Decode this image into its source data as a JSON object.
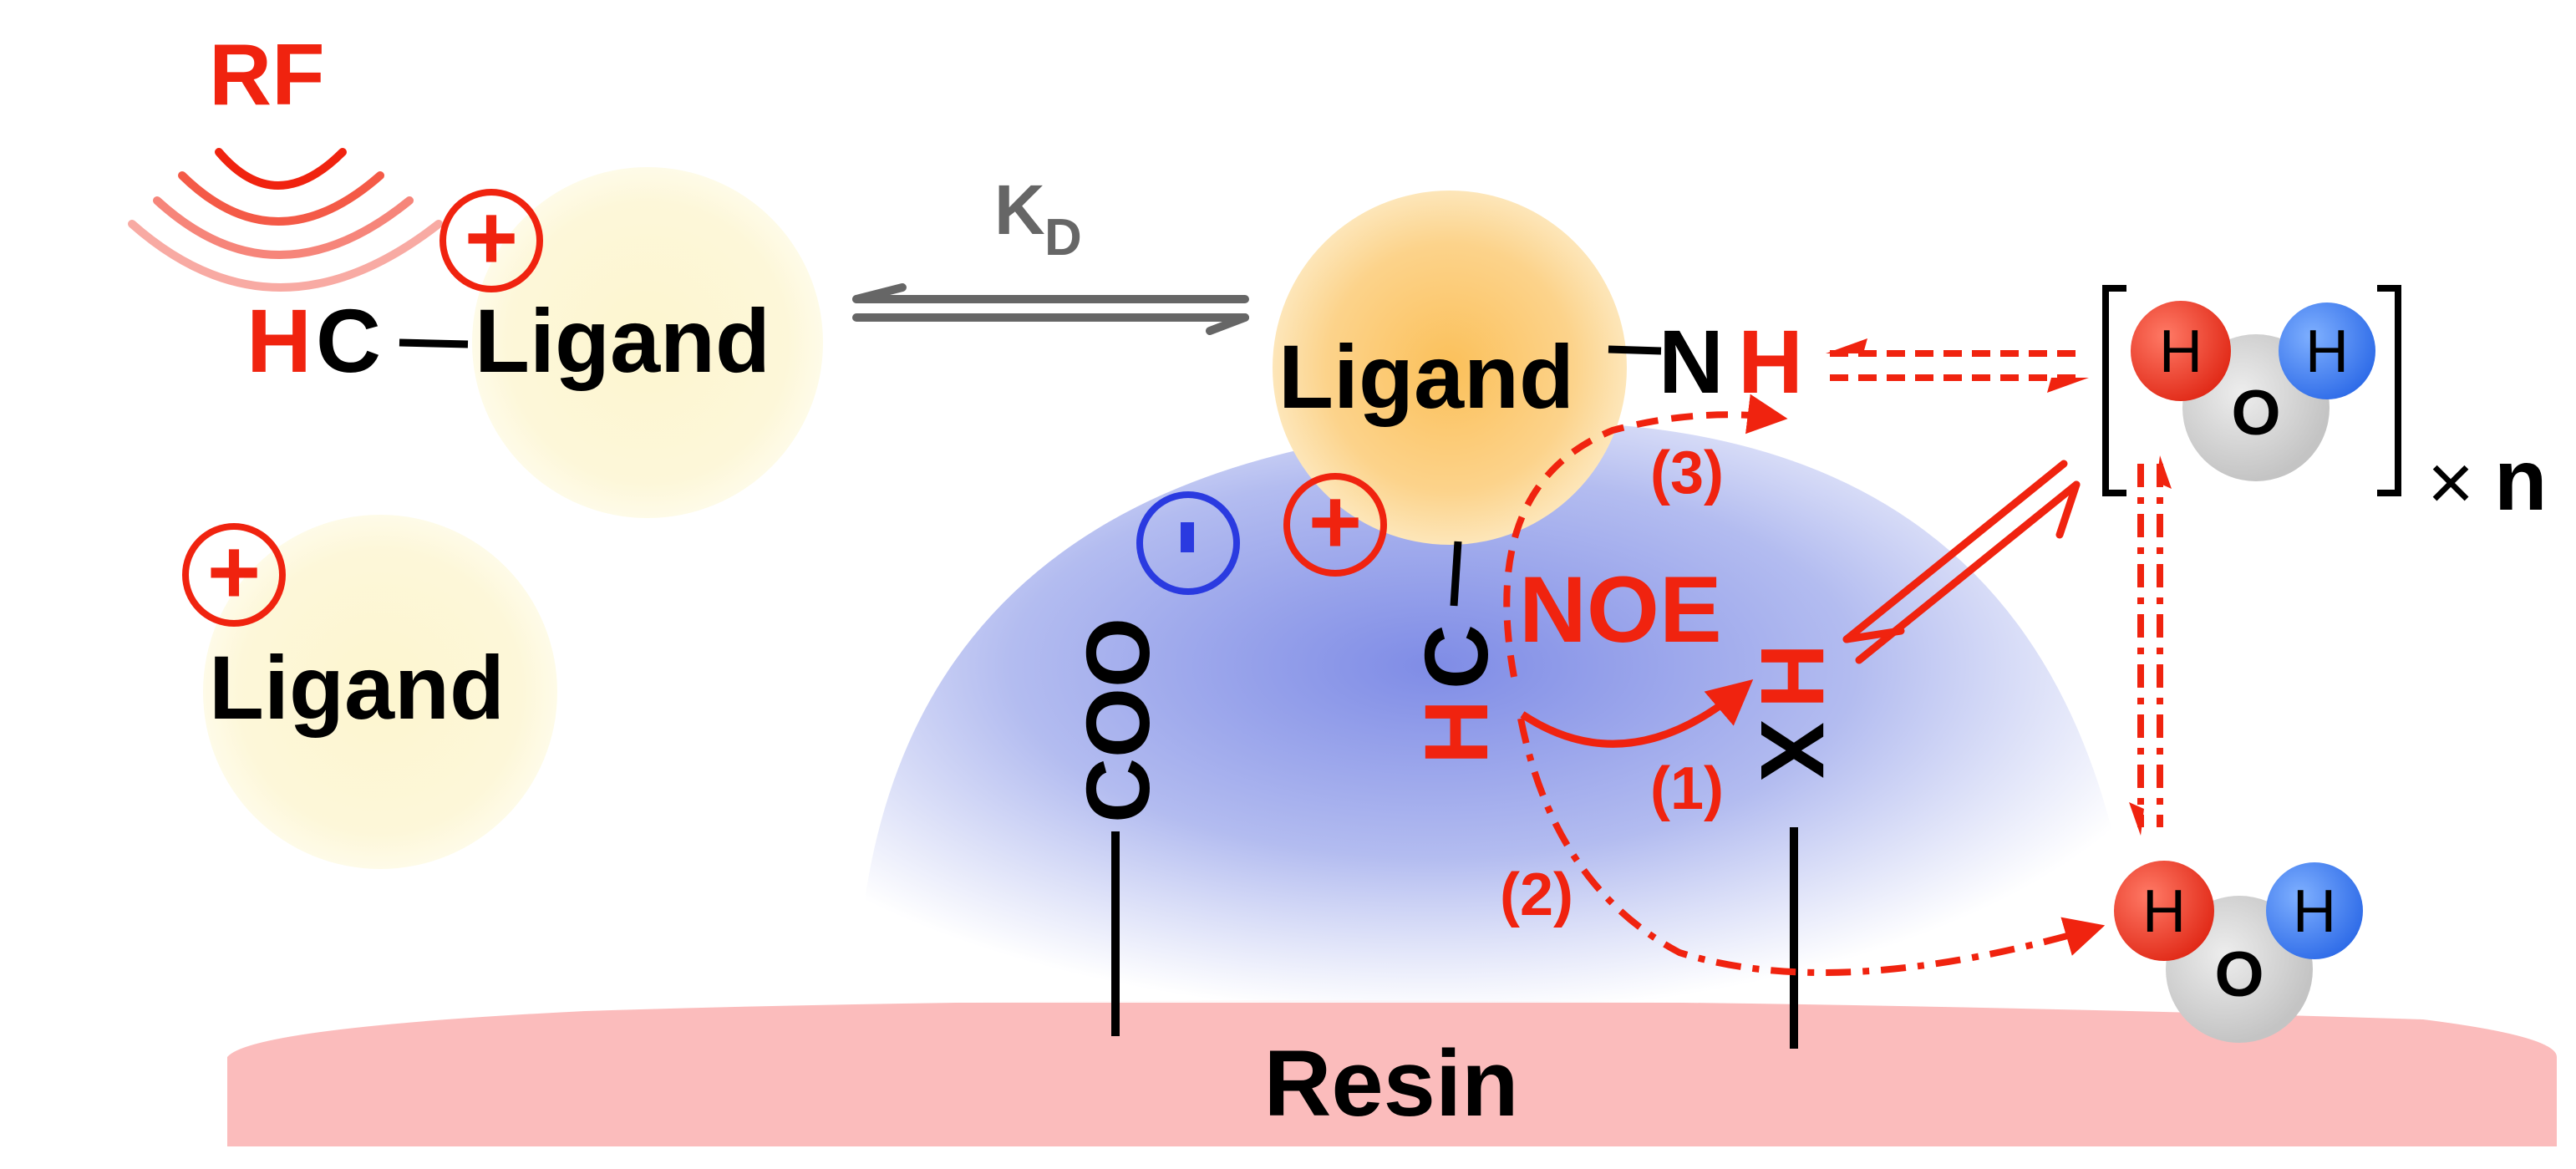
{
  "labels": {
    "rf": "RF",
    "kd_main": "K",
    "kd_sub": "D",
    "hc_h": "H",
    "hc_c": "C",
    "ligand_free": "Ligand",
    "ligand_free2": "Ligand",
    "ligand_bound": "Ligand",
    "nh_n": "N",
    "nh_h": "H",
    "hc_bound_c": "C",
    "hc_bound_h": "H",
    "hc_bound_hc": "HC",
    "coo": "COO",
    "xh_x": "X",
    "xh_h": "H",
    "noe": "NOE",
    "path1": "(1)",
    "path2": "(2)",
    "path3": "(3)",
    "resin": "Resin",
    "water_h1": "H",
    "water_o": "O",
    "water_h2": "H",
    "water2_h1": "H",
    "water2_o": "O",
    "water2_h2": "H",
    "times_n": "×",
    "n": "n",
    "plus": "+",
    "minus": "-"
  },
  "colors": {
    "red": "#f0230f",
    "black": "#000000",
    "gray": "#666666",
    "blue": "#2a3ae0",
    "resin": "#fbbcbc",
    "ligand_pale": "#fdf6cf",
    "ligand_orange": "#fcc66a",
    "water_o": "#d0d0d0",
    "water_h_red": "#ef3a2a",
    "water_h_blue": "#3d7cf0"
  }
}
